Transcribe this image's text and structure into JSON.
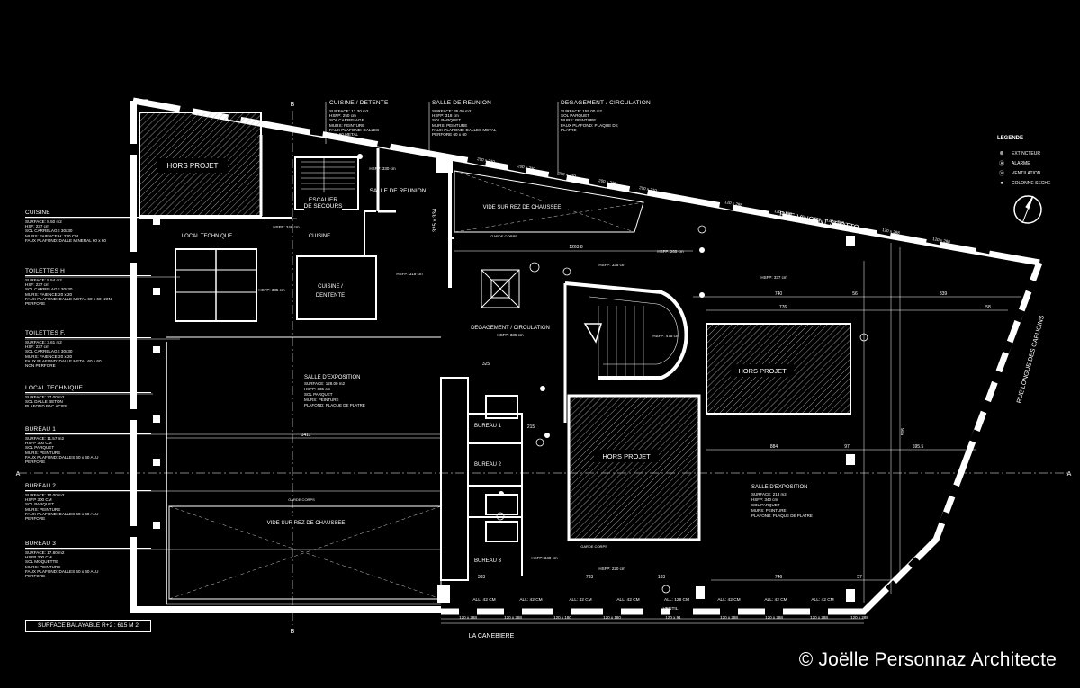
{
  "rooms_left": [
    {
      "title": "CUISINE",
      "lines": [
        "SURFACE: 8.50 m2",
        "HSF: 237 cm",
        "SOL CARRELAGE 30x30",
        "MURS: FAIENCE H: 230 CM",
        "FAUX PLAFOND: DALLE MINERAL 60 x 60"
      ]
    },
    {
      "title": "TOILETTES H",
      "lines": [
        "SURFACE: 5.54 m2",
        "HSF: 237 cm",
        "SOL CARRELAGE 30x30",
        "MURS: FAIENCE 20 x 20",
        "FAUX PLAFOND: DALLE METAL 60 x 60 NON",
        "PERFORE"
      ]
    },
    {
      "title": "TOILETTES F.",
      "lines": [
        "SURFACE: 3.61 m2",
        "HSF: 237 cm",
        "SOL CARRELAGE 30x30",
        "MURS: FAIENCE 20 x 20",
        "FAUX PLAFOND: DALLE METAL 60 x 60",
        "NON PERFORE"
      ]
    },
    {
      "title": "LOCAL TECHNIQUE",
      "lines": [
        "SURFACE: 27.00 m2",
        "SOL DALLE BETON",
        "PLAFOND BAC ACIER"
      ]
    },
    {
      "title": "BUREAU 1",
      "lines": [
        "SURFACE: 11.57 m2",
        "HSFP 300 CM",
        "SOL PARQUET",
        "MURS: PEINTURE",
        "FAUX PLAFOND: DALLES 60 x 60 ALU",
        "PERFORE"
      ]
    },
    {
      "title": "BUREAU 2",
      "lines": [
        "SURFACE: 10.00 m2",
        "HSFP 300 CM",
        "SOL PARQUET",
        "MURS: PEINTURE",
        "FAUX PLAFOND: DALLES 60 x 60 ALU",
        "PERFORE"
      ]
    },
    {
      "title": "BUREAU 3",
      "lines": [
        "SURFACE: 17.80 m2",
        "HSFP 300 CM",
        "SOL MOQUETTE",
        "MURS: PEINTURE",
        "FAUX PLAFOND: DALLES 60 x 60 ALU",
        "PERFORE"
      ]
    }
  ],
  "top_notes": [
    {
      "title": "CUISINE / DETENTE",
      "lines": [
        "SURFACE: 12.30 m2",
        "HSFP: 250 cm",
        "SOL CARRELAGE",
        "MURS: PEINTURE",
        "FAUX PLAFOND: DALLES",
        "60 X 60 METAL"
      ]
    },
    {
      "title": "SALLE DE REUNION",
      "lines": [
        "SURFACE: 35.00 m2",
        "HSFP: 318 cm",
        "SOL PARQUET",
        "MURS: PEINTURE",
        "FAUX PLAFOND: DALLES METAL",
        "PERFORE 60 x 60"
      ]
    },
    {
      "title": "DEGAGEMENT / CIRCULATION",
      "lines": [
        "SURFACE: 155.00 m2",
        "SOL PARQUET",
        "MURS: PEINTURE",
        "FAUX PLAFOND: PLAQUE DE",
        "PLATRE"
      ]
    }
  ],
  "plan_labels": {
    "hors_projet_1": "HORS PROJET",
    "hors_projet_2": "HORS PROJET",
    "hors_projet_3": "HORS PROJET",
    "escalier": "ESCALIER",
    "de_secours": "DE SECOURS",
    "salle_reunion": "SALLE DE REUNION",
    "vide_1": "VIDE SUR REZ DE CHAUSSEE",
    "vide_2": "VIDE SUR REZ DE CHAUSSEE",
    "local_technique": "LOCAL TECHNIQUE",
    "cuisine": "CUISINE",
    "cuisine_detente_1": "CUISINE /",
    "cuisine_detente_2": "DENTENTE",
    "degagement": "DEGAGEMENT / CIRCULATION",
    "degagement_hsfp": "HSFP: 335 cm",
    "bureau1": "BUREAU 1",
    "bureau2": "BUREAU 2",
    "bureau3": "BUREAU 3",
    "salle_expo_1_title": "SALLE D'EXPOSITION",
    "salle_expo_1_lines": [
      "SURFACE: 128.00 m2",
      "HSFP: 335 cm",
      "SOL PARQUET",
      "MURS: PEINTURE",
      "PLAFOND: PLAQUE DE PLATRE"
    ],
    "salle_expo_2_title": "SALLE D'EXPOSITION",
    "salle_expo_2_lines": [
      "SURFACE: 213 m2",
      "HSFP: 340 cm",
      "SOL PARQUET",
      "MURS: PEINTURE",
      "PLAFOND: PLAQUE DE PLATRE"
    ],
    "garde_corps_1": "GARDE CORPS",
    "garde_corps_2": "GARDE CORPS",
    "garde_corps_3": "GARDE CORPS",
    "hsfp_335": "HSFP: 335 cm",
    "hsfp_318": "HSFP: 318 cm",
    "hsfp_337": "HSFP: 337 cm",
    "hsfp_265": "HSFP: 265 cm",
    "hsfp_340": "HSFP: 340 cm",
    "hsfp_220": "HSFP: 220 cm",
    "hsfp_246": "HSFP: 246 cm",
    "hsfp_330": "HSFP: 330 cm",
    "hsfp_475": "HSFP: 475 cm",
    "street_top": "RUE VINCENT SCOTTO",
    "street_bottom": "LA CANEBIERE",
    "street_right": "RUE LONGUE DES CAPUCINS",
    "section_b": "B",
    "section_a": "A",
    "alt_42_cm": "ALL: 42 CM",
    "alt_128_cm": "ALL: 128 CM",
    "ventil": "VENTIL"
  },
  "dimensions_top": [
    "200 x 220",
    "200 x 220",
    "200 x 220",
    "200 x 220",
    "200 x 220",
    "120 x 288",
    "120 x 288",
    "120 x 288",
    "120 x 288",
    "120 x 288"
  ],
  "dimensions_bottom": [
    "120 x 288",
    "120 x 288",
    "120 x 180",
    "120 x 180",
    "120 x 91",
    "120 x 288",
    "120 x 288",
    "120 x 288",
    "120 x 288"
  ],
  "dimensions_misc": [
    "325 x 334",
    "1263.8",
    "740",
    "839",
    "776",
    "884",
    "595.5",
    "325",
    "215",
    "1411",
    "383",
    "733",
    "183",
    "746",
    "57",
    "97",
    "56",
    "58",
    "505"
  ],
  "surface_label": "SURFACE BALAYABLE R+2 : 615 M 2",
  "copyright": "© Joëlle Personnaz Architecte",
  "legend": {
    "title": "LEGENDE",
    "items": [
      {
        "symbol": "⊗",
        "label": "EXTINCTEUR"
      },
      {
        "symbol": "Ⓐ",
        "label": "ALARME"
      },
      {
        "symbol": "Ⓥ",
        "label": "VENTILATION"
      },
      {
        "symbol": "●",
        "label": "COLONNE SECHE"
      }
    ]
  }
}
